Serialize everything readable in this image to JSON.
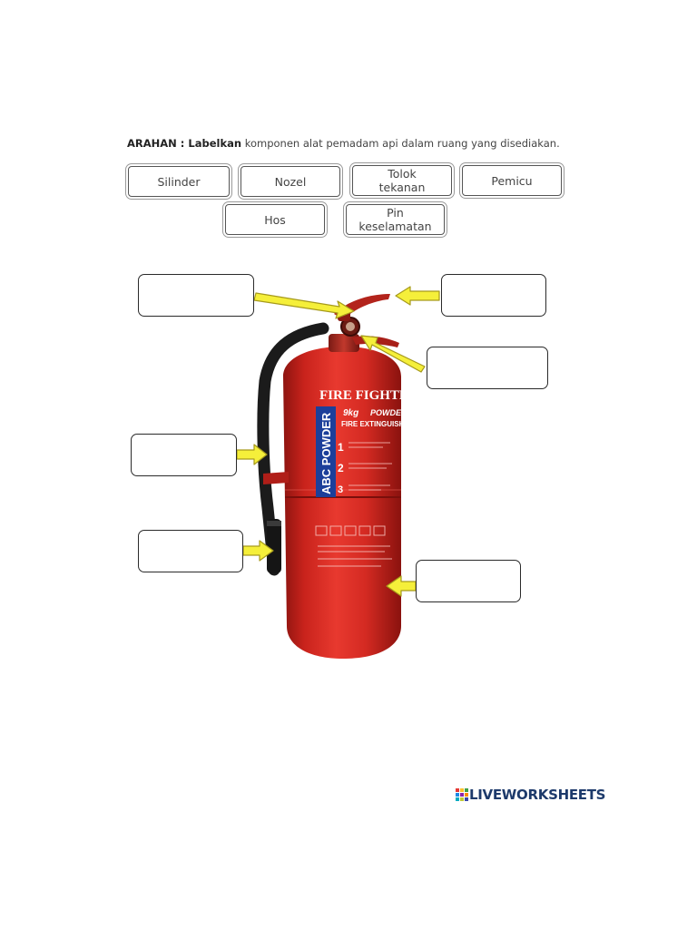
{
  "instruction": {
    "bold": "ARAHAN : Labelkan",
    "rest": " komponen alat pemadam api dalam ruang yang disediakan."
  },
  "word_bank": {
    "silinder": "Silinder",
    "nozel": "Nozel",
    "tolok_line1": "Tolok",
    "tolok_line2": "tekanan",
    "pemicu": "Pemicu",
    "hos": "Hos",
    "pin_line1": "Pin",
    "pin_line2": "keselamatan"
  },
  "extinguisher": {
    "brand": "FIRE FIGHTER",
    "side_label": "ABC POWDER",
    "capacity": "9kg",
    "capacity_suffix": "POWDER",
    "subtitle": "FIRE EXTINGUISHER",
    "steps": [
      "1",
      "2",
      "3"
    ],
    "colors": {
      "body": "#d62a22",
      "hose": "#1b1b1b",
      "arrow": "#f5ef3a"
    }
  },
  "logo": {
    "text": "LIVEWORKSHEETS",
    "colors": [
      "#e53935",
      "#fbc02d",
      "#43a047",
      "#1e88e5",
      "#8e24aa",
      "#fb8c00",
      "#00acc1",
      "#c0ca33",
      "#3949ab"
    ]
  }
}
